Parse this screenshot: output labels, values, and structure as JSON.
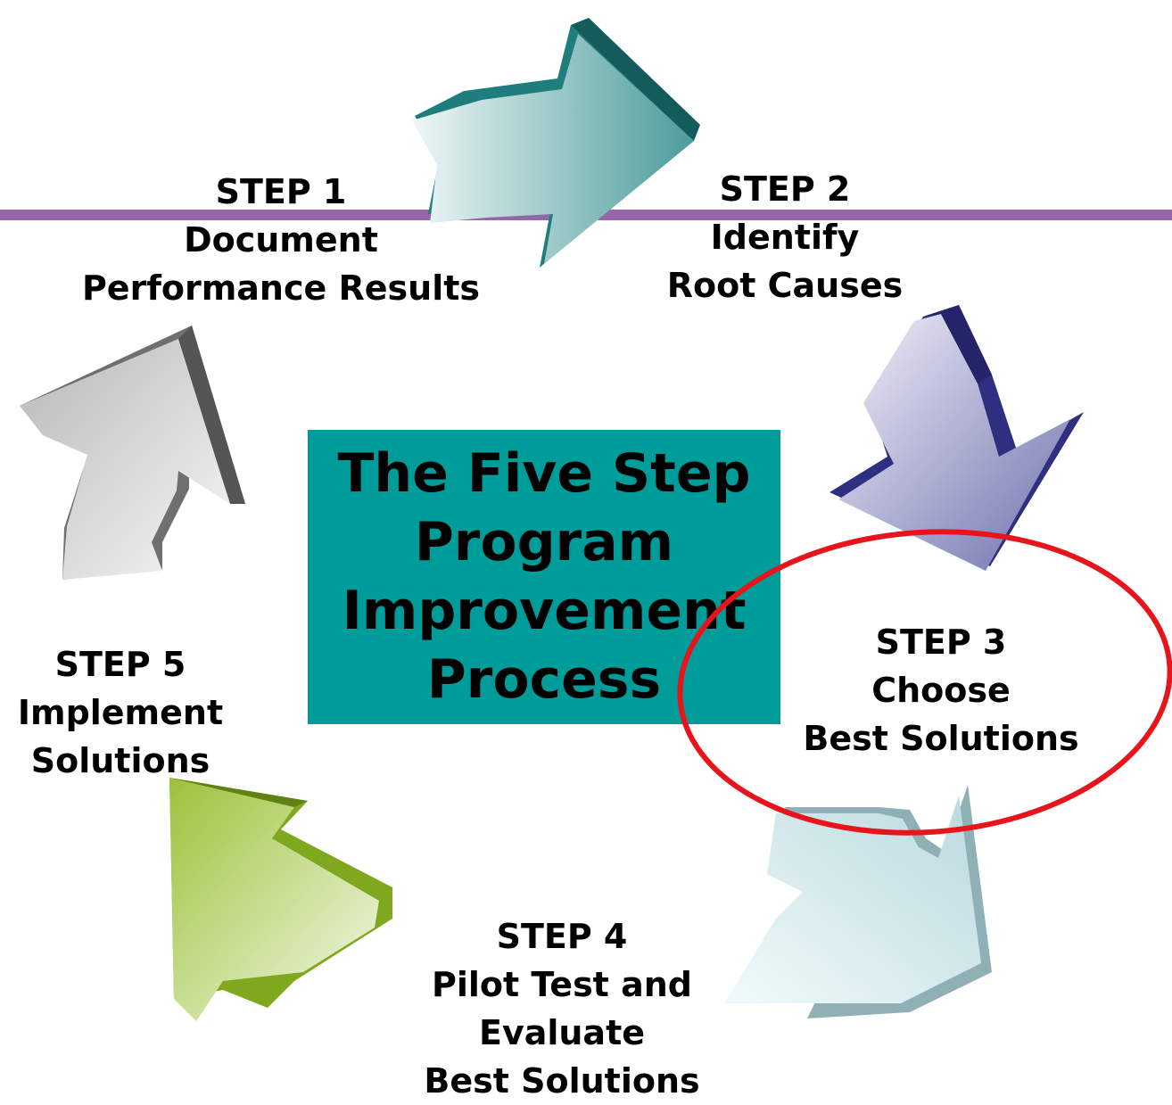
{
  "title_lines": [
    "The Five Step",
    "Program",
    "Improvement",
    "Process"
  ],
  "steps": [
    {
      "label": "STEP 1",
      "lines": [
        "Document",
        "Performance Results"
      ]
    },
    {
      "label": "STEP 2",
      "lines": [
        "Identify",
        "Root Causes"
      ]
    },
    {
      "label": "STEP 3",
      "lines": [
        "Choose",
        "Best Solutions"
      ]
    },
    {
      "label": "STEP 4",
      "lines": [
        "Pilot Test and",
        "Evaluate",
        "Best Solutions"
      ]
    },
    {
      "label": "STEP 5",
      "lines": [
        "Implement",
        "Solutions"
      ]
    }
  ],
  "highlighted_step": "STEP 3",
  "colors": {
    "title_box": "#009c9a",
    "rule": "#9566a8",
    "highlight_ring": "#e8141b",
    "arrow_step1_to_2": "#1f7e7d",
    "arrow_step2_to_3": "#2e2f80",
    "arrow_step3_to_4": "#8fb0b4",
    "arrow_step4_to_5": "#7fa81f",
    "arrow_step5_to_1": "#6f6f6f"
  },
  "icons": [
    "arrow-step1-to-step2-icon",
    "arrow-step2-to-step3-icon",
    "arrow-step3-to-step4-icon",
    "arrow-step4-to-step5-icon",
    "arrow-step5-to-step1-icon"
  ]
}
